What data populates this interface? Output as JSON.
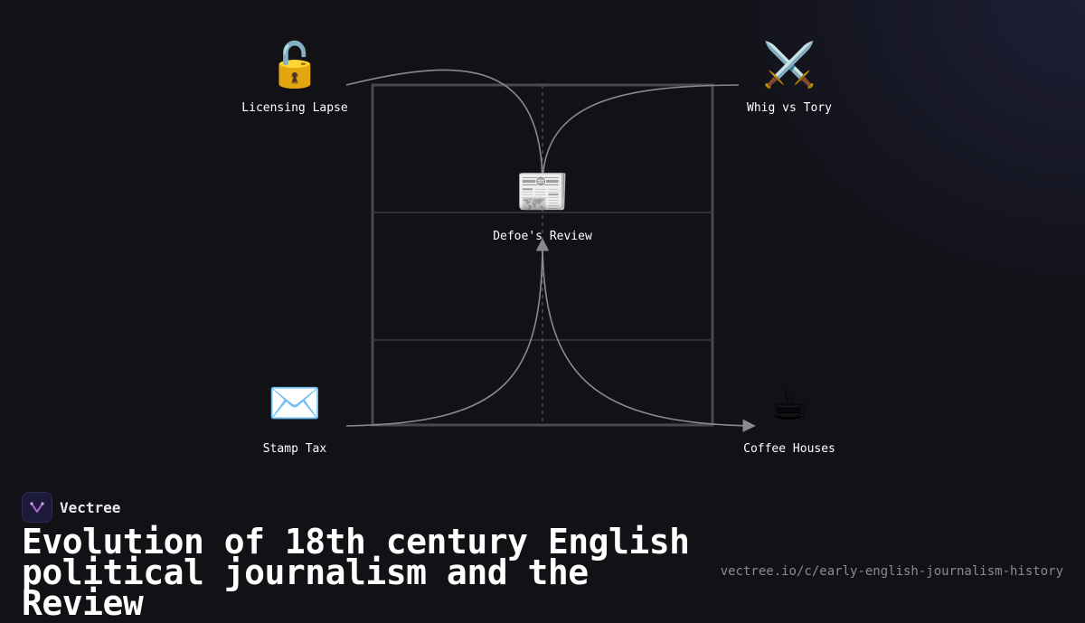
{
  "nodes": [
    {
      "id": "licensing",
      "label": "Licensing Lapse",
      "icon": "unlocked-padlock-icon",
      "glyph": "🔓"
    },
    {
      "id": "whig",
      "label": "Whig vs Tory",
      "icon": "crossed-swords-icon",
      "glyph": "⚔️"
    },
    {
      "id": "review",
      "label": "Defoe's Review",
      "icon": "newspaper-icon",
      "glyph": "📰"
    },
    {
      "id": "stamp",
      "label": "Stamp Tax",
      "icon": "envelope-icon",
      "glyph": "✉️"
    },
    {
      "id": "coffee",
      "label": "Coffee Houses",
      "icon": "coffee-cup-icon",
      "glyph": "☕"
    }
  ],
  "brand": {
    "name": "Vectree",
    "icon": "vectree-logo-icon"
  },
  "title": "Evolution of 18th century English political journalism and the Review",
  "url": "vectree.io/c/early-english-journalism-history",
  "colors": {
    "background": "#111116",
    "edge": "#8a8a8e",
    "frame": "#4a4a4e",
    "accent": "#b06ad8"
  }
}
